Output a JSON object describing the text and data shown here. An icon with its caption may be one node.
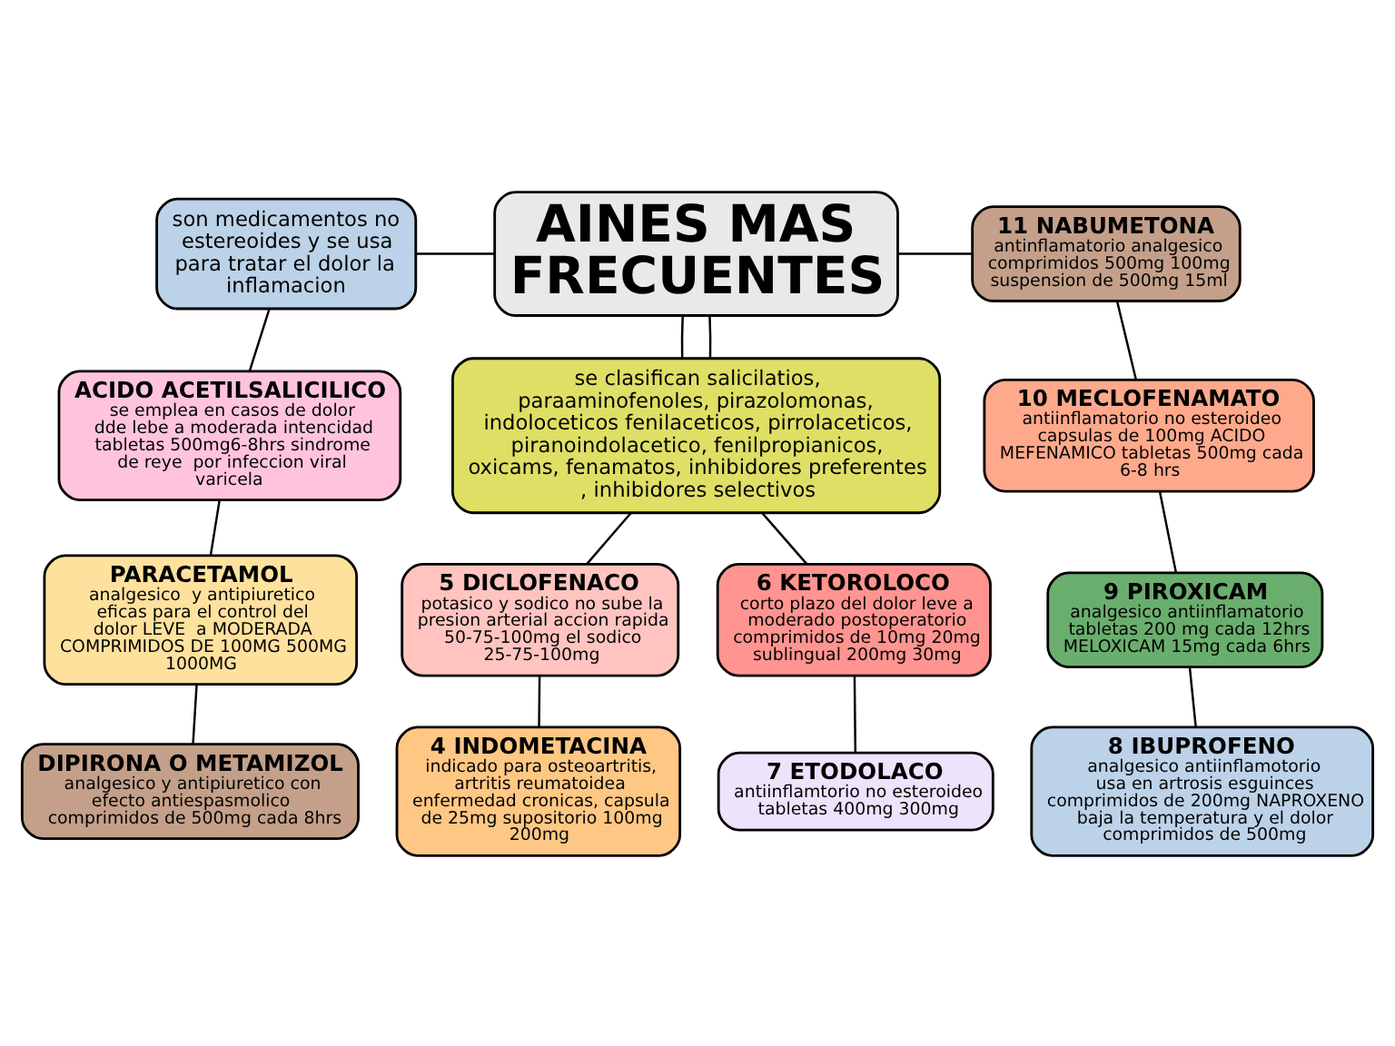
{
  "diagram": {
    "nodes": [
      {
        "text": [
          "son medicamentos no estereoides y se usa para tratar el dolor la inflamacion"
        ]
      },
      {
        "text": [
          "AINES MAS FRECUENTES"
        ]
      },
      {
        "text": [
          "11 NABUMETONA",
          "antinflamatorio analgesico comprimidos 500mg 100mg suspension de 500mg 15ml"
        ]
      },
      {
        "text": [
          "ACIDO ACETILSALICILICO",
          "se emplea en casos de dolor dde lebe a moderada intencidad tabletas 500mg6-8hrs sindrome de reye  por infeccion viral varicela"
        ]
      },
      {
        "text": [
          "se clasifican salicilatios, paraaminofenoles, pirazolomonas, indoloceticos fenilaceticos, pirrolaceticos, piranoindolacetico, fenilpropianicos, oxicams, fenamatos, inhibidores preferentes , inhibidores selectivos"
        ]
      },
      {
        "text": [
          "10 MECLOFENAMATO",
          "antiinflamatorio no esteroideo capsulas de 100mg ACIDO MEFENAMICO tabletas 500mg cada 6-8 hrs"
        ]
      },
      {
        "text": [
          "PARACETAMOL",
          "analgesico  y antipiuretico eficas para el control del dolor LEVE  a MODERADA COMPRIMIDOS DE 100MG 500MG 1000MG"
        ]
      },
      {
        "text": [
          "5 DICLOFENACO",
          "potasico y sodico no sube la presion arterial accion rapida 50-75-100mg el sodico  25-75-100mg"
        ]
      },
      {
        "text": [
          "6 KETOROLOCO",
          "corto plazo del dolor leve a moderado postoperatorio comprimidos de 10mg 20mg sublingual 200mg 30mg"
        ]
      },
      {
        "text": [
          "9 PIROXICAM",
          "analgesico antiinflamatorio tabletas 200 mg cada 12hrs MELOXICAM 15mg cada 6hrs"
        ]
      },
      {
        "text": [
          "DIPIRONA O METAMIZOL",
          "analgesico y antipiuretico con efecto antiespasmolico comprimidos de 500mg cada 8hrs"
        ]
      },
      {
        "text": [
          "4 INDOMETACINA",
          "indicado para osteoartritis, artritis reumatoidea enfermedad cronicas, capsula de 25mg supositorio 100mg 200mg"
        ]
      },
      {
        "text": [
          "7 ETODOLACO",
          "antiinflamtorio no esteroideo tabletas 400mg 300mg"
        ]
      },
      {
        "text": [
          "8 IBUPROFENO",
          "analgesico antiinflamotorio usa en artrosis esguinces comprimidos de 200mg NAPROXENO baja la temperatura y el dolor comprimidos de 500mg"
        ]
      }
    ],
    "edges": [
      {
        "from": 0,
        "to": 1,
        "arrow": "none"
      },
      {
        "from": 1,
        "to": 2,
        "arrow": "none"
      },
      {
        "from": 1,
        "to": 4,
        "arrow": "none"
      },
      {
        "from": 1,
        "to": 4,
        "arrow": "none"
      },
      {
        "from": 0,
        "to": 3,
        "arrow": "none"
      },
      {
        "from": 2,
        "to": 5,
        "arrow": "none"
      },
      {
        "from": 3,
        "to": 6,
        "arrow": "none"
      },
      {
        "from": 4,
        "to": 7,
        "arrow": "none"
      },
      {
        "from": 4,
        "to": 8,
        "arrow": "none"
      },
      {
        "from": 5,
        "to": 9,
        "arrow": "none"
      },
      {
        "from": 6,
        "to": 10,
        "arrow": "none"
      },
      {
        "from": 7,
        "to": 11,
        "arrow": "none"
      },
      {
        "from": 8,
        "to": 12,
        "arrow": "none"
      },
      {
        "from": 9,
        "to": 13,
        "arrow": "none"
      }
    ]
  }
}
